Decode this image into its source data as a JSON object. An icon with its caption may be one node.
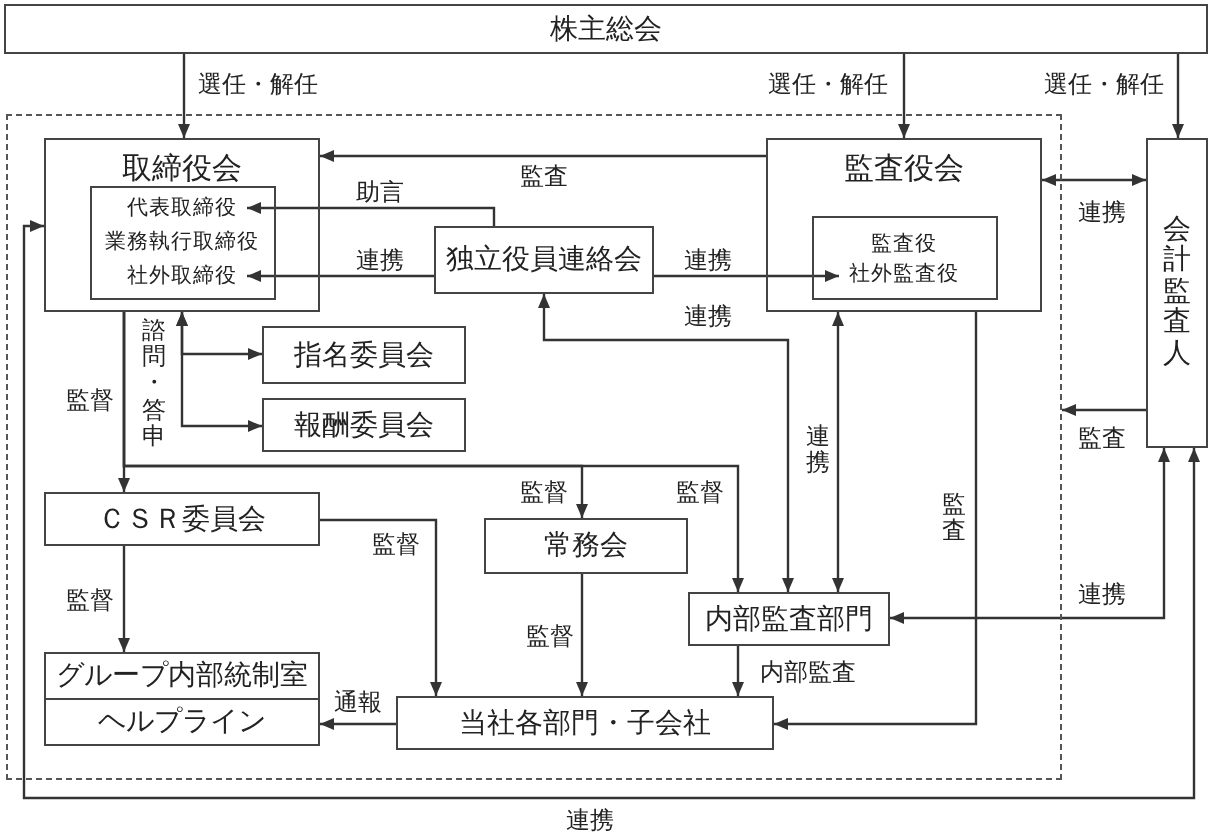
{
  "diagram": {
    "nodes": [
      {
        "text": [
          "株主総会"
        ]
      },
      {
        "text": [],
        "shape": "box"
      },
      {
        "text": [
          "取締役会"
        ],
        "in": 1
      },
      {
        "text": [],
        "shape": "box",
        "in": 2
      },
      {
        "text": [
          "代表取締役"
        ],
        "in": 3
      },
      {
        "text": [
          "業務執行取締役"
        ],
        "in": 3
      },
      {
        "text": [
          "社外取締役"
        ],
        "in": 3
      },
      {
        "text": [
          "監査役会"
        ],
        "in": 1
      },
      {
        "text": [],
        "shape": "box",
        "in": 7
      },
      {
        "text": [
          "監査役"
        ],
        "in": 8
      },
      {
        "text": [
          "社外監査役"
        ],
        "in": 8
      },
      {
        "text": [
          "会計監査人"
        ]
      },
      {
        "text": [
          "独立役員連絡会"
        ],
        "in": 1
      },
      {
        "text": [
          "指名委員会"
        ],
        "in": 1
      },
      {
        "text": [
          "報酬委員会"
        ],
        "in": 1
      },
      {
        "text": [
          "ＣＳＲ委員会"
        ],
        "in": 1
      },
      {
        "text": [
          "常務会"
        ],
        "in": 1
      },
      {
        "text": [
          "内部監査部門"
        ],
        "in": 1
      },
      {
        "text": [
          "グループ内部統制室"
        ],
        "in": 1
      },
      {
        "text": [
          "ヘルプライン"
        ],
        "in": 1
      },
      {
        "text": [
          "当社各部門・子会社"
        ],
        "in": 1
      }
    ],
    "edges": [
      {
        "from": 0,
        "to": 2,
        "arrow": "to",
        "label": "選任・解任"
      },
      {
        "from": 0,
        "to": 7,
        "arrow": "to",
        "label": "選任・解任"
      },
      {
        "from": 0,
        "to": 11,
        "arrow": "to",
        "label": "選任・解任"
      },
      {
        "from": 7,
        "to": 2,
        "arrow": "to",
        "label": "監査"
      },
      {
        "from": 12,
        "to": 4,
        "arrow": "to",
        "label": "助言"
      },
      {
        "from": 12,
        "to": 6,
        "arrow": "to",
        "label": "連携"
      },
      {
        "from": 12,
        "to": 10,
        "arrow": "to",
        "label": "連携"
      },
      {
        "from": 11,
        "to": 7,
        "arrow": "both",
        "label": "連携"
      },
      {
        "from": 2,
        "to": 13,
        "arrow": "both",
        "label": "諮問・答申"
      },
      {
        "from": 2,
        "to": 14,
        "arrow": "both"
      },
      {
        "from": 12,
        "to": 17,
        "arrow": "both",
        "label": "連携"
      },
      {
        "from": 11,
        "to": 1,
        "arrow": "to",
        "label": "監査"
      },
      {
        "from": 2,
        "to": 15,
        "arrow": "to",
        "label": "監督"
      },
      {
        "from": 2,
        "to": 16,
        "arrow": "to",
        "label": "監督"
      },
      {
        "from": 2,
        "to": 17,
        "arrow": "to",
        "label": "監督"
      },
      {
        "from": 7,
        "to": 17,
        "arrow": "both",
        "label": "連携"
      },
      {
        "from": 7,
        "to": 20,
        "arrow": "to",
        "label": "監査"
      },
      {
        "from": 11,
        "to": 17,
        "arrow": "both",
        "label": "連携"
      },
      {
        "from": 15,
        "to": 20,
        "arrow": "to",
        "label": "監督"
      },
      {
        "from": 15,
        "to": 18,
        "arrow": "to",
        "label": "監督"
      },
      {
        "from": 16,
        "to": 20,
        "arrow": "to",
        "label": "監督"
      },
      {
        "from": 17,
        "to": 20,
        "arrow": "to",
        "label": "内部監査"
      },
      {
        "from": 20,
        "to": 19,
        "arrow": "to",
        "label": "通報"
      },
      {
        "from": 11,
        "to": 2,
        "arrow": "both",
        "label": "連携"
      }
    ]
  }
}
